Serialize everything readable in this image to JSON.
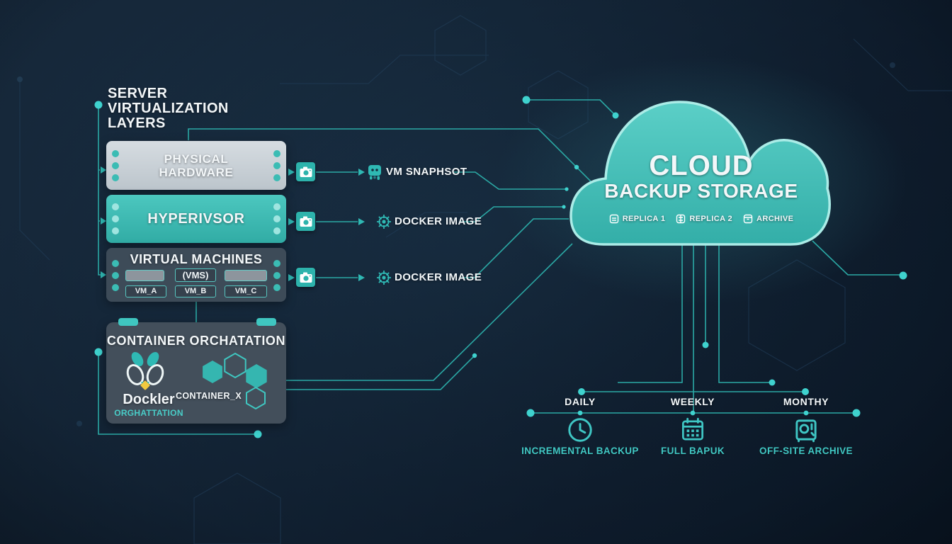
{
  "title": {
    "text": "SERVER\nVIRTUALIZATION\nLAYERS"
  },
  "stack": {
    "physical_hardware": {
      "label": "PHYSICAL\nHARDWARE"
    },
    "hypervisor": {
      "label": "HYPERIVSOR"
    },
    "virtual_machines": {
      "title": "VIRTUAL MACHINES",
      "vms_label": "(VMS)",
      "vm_chips": [
        "VM_A",
        "VM_B",
        "VM_C"
      ]
    },
    "container": {
      "title": "CONTAINER ORCHATATION",
      "logo_name": "Dockler",
      "logo_sub": "ORGHATTATION",
      "container_label": "CONTAINER_X"
    }
  },
  "backups": {
    "row1": "VM SNAPHSOT",
    "row2": "DOCKER IMAGE",
    "row3": "DOCKER IMAGE"
  },
  "cloud": {
    "title": "CLOUD",
    "subtitle": "BACKUP STORAGE",
    "replicas": [
      "REPLICA 1",
      "REPLICA 2",
      "ARCHIVE"
    ]
  },
  "schedule": {
    "periods": [
      "DAILY",
      "WEEKLY",
      "MONTHY"
    ],
    "types": [
      "INCREMENTAL BACKUP",
      "FULL BAPUK",
      "OFF-SITE ARCHIVE"
    ]
  },
  "icons": {
    "camera": "snapshot-camera",
    "vm_snapshot": "vm-chip-glyph",
    "docker_wheel": "helm-wheel",
    "clock": "daily-clock",
    "calendar": "weekly-calendar",
    "safe": "offsite-safe",
    "replica": "mini-server"
  },
  "colors": {
    "accent": "#2ba9a5",
    "bright_dot": "#3fd2ce",
    "cloud_fill_top": "#5bcfc7",
    "cloud_fill_bottom": "#33aea8",
    "cloud_border": "#abece7",
    "teal_label": "#41c8c4"
  }
}
